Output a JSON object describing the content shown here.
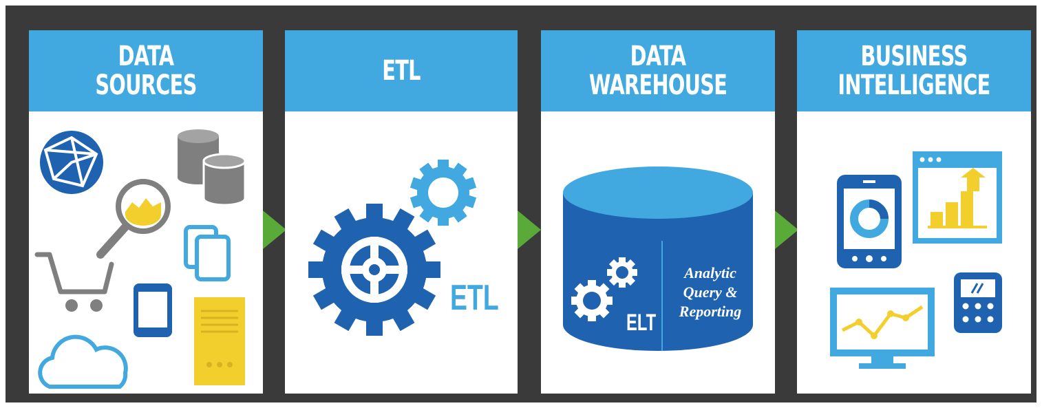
{
  "panels": [
    {
      "title": "DATA\nSOURCES"
    },
    {
      "title": "ETL",
      "gear_label": "ETL"
    },
    {
      "title": "DATA\nWAREHOUSE",
      "elt_label": "ELT",
      "analytic_lines": [
        "Analytic",
        "Query &",
        "Reporting"
      ]
    },
    {
      "title": "BUSINESS\nINTELLIGENCE"
    }
  ],
  "colors": {
    "frame": "#3a3a3a",
    "header": "#41a8e0",
    "primary_blue": "#1e62b0",
    "light_blue": "#41a8e0",
    "arrow_green": "#5aaa3a",
    "yellow": "#f3cf2e",
    "gray": "#7f7f7f"
  }
}
